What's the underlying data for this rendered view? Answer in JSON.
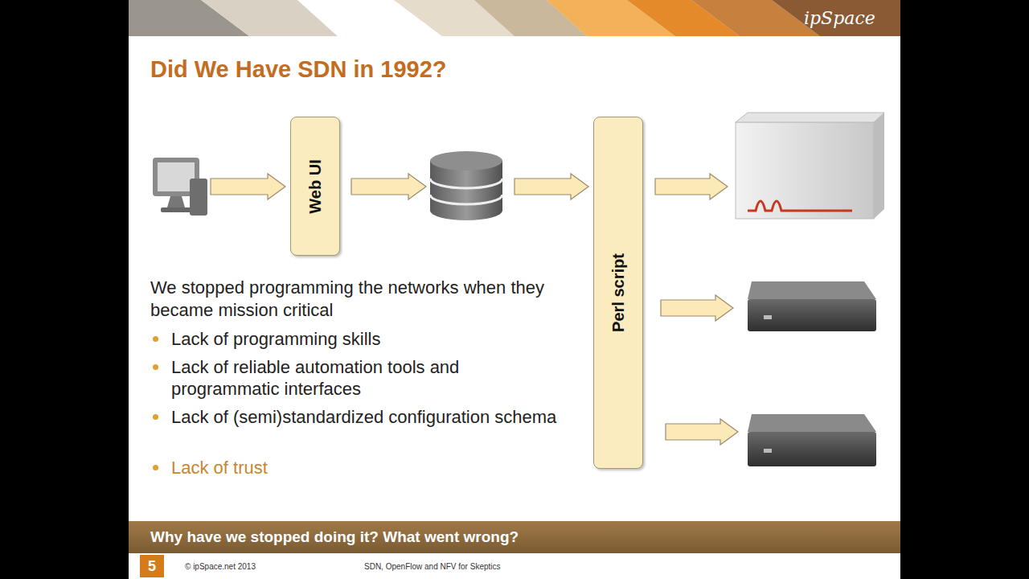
{
  "diagram": {
    "title": "Did We Have SDN in 1992?",
    "nodes": [
      {
        "text": [
          "Web UI"
        ]
      },
      {
        "text": [
          "Perl script"
        ]
      },
      {
        "text": [
          "Why have we stopped doing it? What went wrong?"
        ]
      },
      {
        "text": [
          "5"
        ]
      }
    ],
    "labels": [
      "ipSpace",
      "We stopped programming the networks when they became mission critical",
      "Lack of programming skills",
      "Lack of reliable automation tools and programmatic interfaces",
      "Lack of (semi)standardized configuration schema",
      "Lack of trust",
      "© ipSpace.net 2013",
      "SDN, OpenFlow and NFV for Skeptics"
    ]
  }
}
